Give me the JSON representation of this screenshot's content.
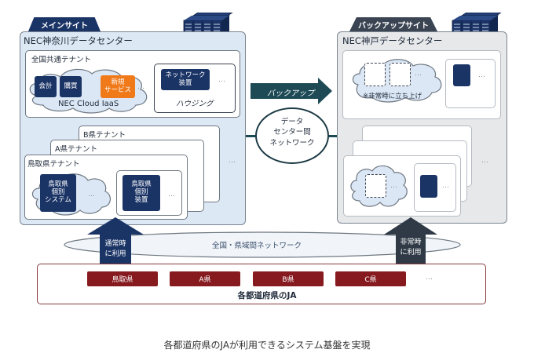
{
  "main_site": {
    "tab_label": "メインサイト",
    "title": "NEC神奈川データセンター",
    "common_tenant": {
      "label": "全国共通テナント",
      "cloud": {
        "services": [
          "会計",
          "購買"
        ],
        "new_service": "新規\nサービス",
        "ellipsis": "…",
        "label": "NEC Cloud IaaS"
      },
      "housing": {
        "device": "ネットワーク\n装置",
        "ellipsis": "…",
        "label": "ハウジング"
      }
    },
    "prefecture_tenants": {
      "b_label": "B県テナント",
      "a_label": "A県テナント",
      "tottori_label": "鳥取県テナント",
      "tottori_system": "鳥取県\n個別\nシステム",
      "tottori_device": "鳥取県\n個別\n装置",
      "ellipsis": "…",
      "outer_ellipsis": "…"
    }
  },
  "backup_arrow_label": "バックアップ",
  "inter_dc_network": "データ\nセンター間\nネットワーク",
  "backup_site": {
    "tab_label": "バックアップサイト",
    "title": "NEC神戸データセンター",
    "cloud_note": "※非常時に立ち上げ",
    "ellipsis": "…",
    "outer_ellipsis": "…"
  },
  "national_network": "全国・県域間ネットワーク",
  "normal_use_arrow": "通常時\nに利用",
  "emergency_use_arrow": "非常時\nに利用",
  "ja": {
    "prefectures": [
      "鳥取県",
      "A県",
      "B県",
      "C県"
    ],
    "ellipsis": "…",
    "label": "各都道府県のJA"
  },
  "caption": "各都道府県のJAが利用できるシステム基盤を実現",
  "colors": {
    "navy": "#1b3466",
    "orange": "#f07a1a",
    "teal_dark": "#1d4a55",
    "crimson": "#861a1f",
    "main_site_bg": "#dde8f5",
    "backup_site_bg": "#e6e8ea",
    "backup_tab": "#3a4452"
  }
}
